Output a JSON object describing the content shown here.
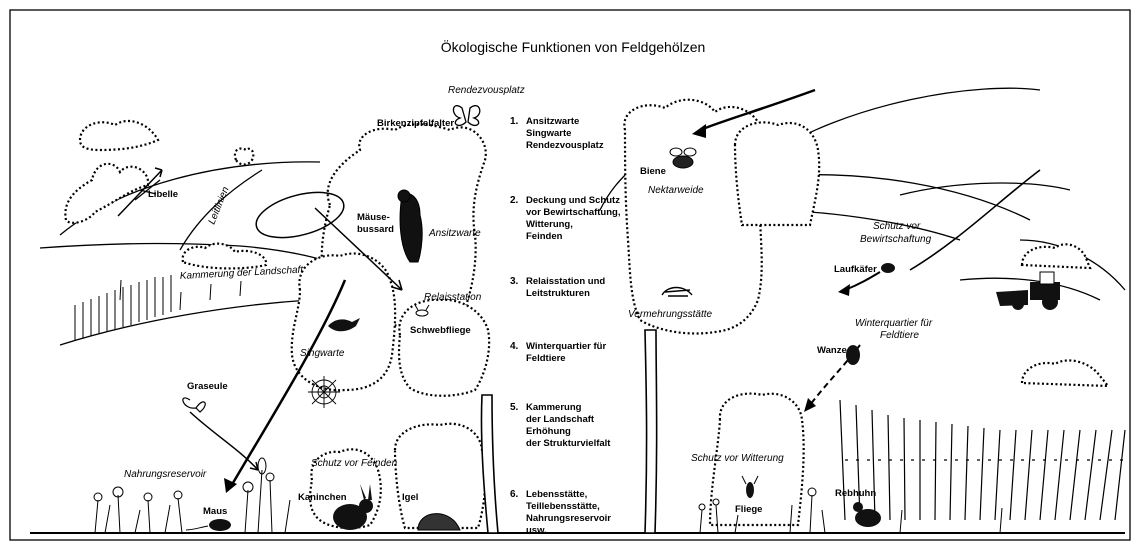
{
  "title": "Ökologische Funktionen von Feldgehölzen",
  "functions": [
    {
      "num": "1.",
      "lines": [
        "Ansitzwarte",
        "Singwarte",
        "Rendezvousplatz"
      ]
    },
    {
      "num": "2.",
      "lines": [
        "Deckung und Schutz",
        "vor Bewirtschaftung,",
        "Witterung,",
        "Feinden"
      ]
    },
    {
      "num": "3.",
      "lines": [
        "Relaisstation und",
        "Leitstrukturen"
      ]
    },
    {
      "num": "4.",
      "lines": [
        "Winterquartier für",
        "Feldtiere"
      ]
    },
    {
      "num": "5.",
      "lines": [
        "Kammerung",
        "der Landschaft",
        "Erhöhung",
        "der Strukturvielfalt"
      ]
    },
    {
      "num": "6.",
      "lines": [
        "Lebensstätte,",
        "Teillebensstätte,",
        "Nahrungsreservoir",
        "usw."
      ]
    }
  ],
  "animals": {
    "libelle": "Libelle",
    "birkenzipfelfalter": "Birkenzipfelfalter",
    "maeusebussard": [
      "Mäuse-",
      "bussard"
    ],
    "schwebfliege": "Schwebfliege",
    "graseule": "Graseule",
    "maus": "Maus",
    "kaninchen": "Kaninchen",
    "igel": "Igel",
    "biene": "Biene",
    "laufkaefer": "Laufkäfer",
    "wanze": "Wanze",
    "fliege": "Fliege",
    "rebhuhn": "Rebhuhn"
  },
  "italic_labels": {
    "rendezvousplatz": "Rendezvousplatz",
    "leitlinien": "Leitlinien",
    "ansitzwarte": "Ansitzwarte",
    "kammerung": "Kammerung der Landschaft",
    "relaisstation": "Relaisstation",
    "singwarte": "Singwarte",
    "schutz_feinden": "Schutz vor Feinden",
    "nahrungsreservoir": "Nahrungsreservoir",
    "nektarweide": "Nektarweide",
    "schutz_bewirtschaftung": [
      "Schutz vor",
      "Bewirtschaftung"
    ],
    "vermehrungsstaette": "Vermehrungsstätte",
    "winterquartier": [
      "Winterquartier für",
      "Feldtiere"
    ],
    "schutz_witterung": "Schutz vor Witterung"
  }
}
